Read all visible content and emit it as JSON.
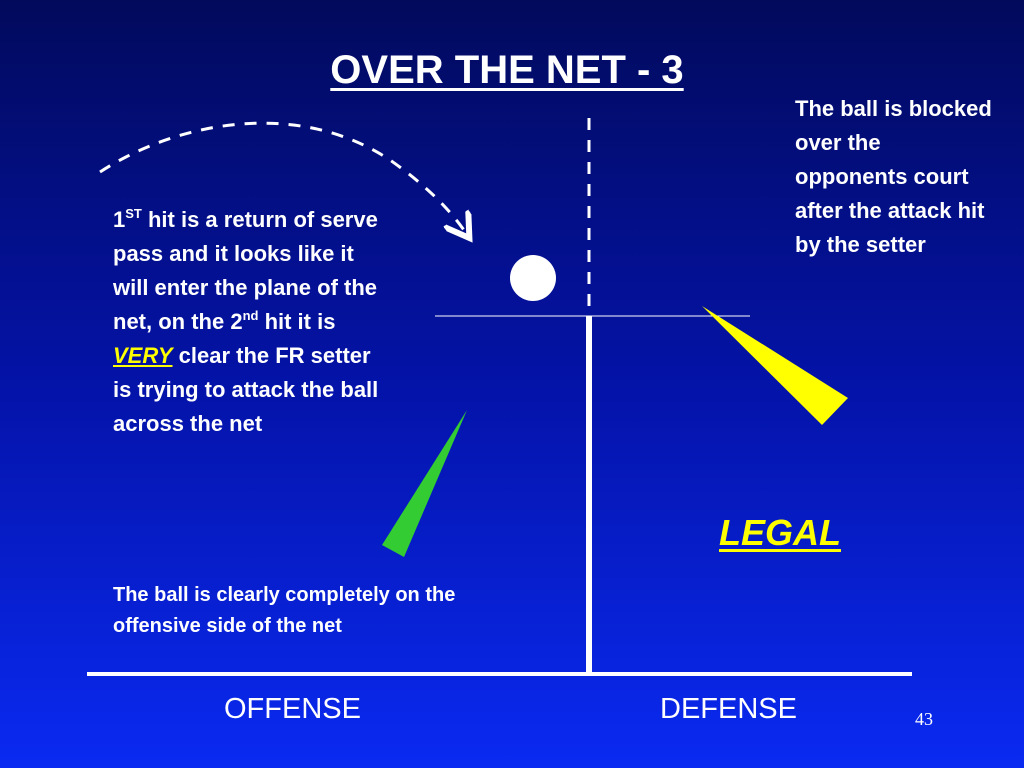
{
  "slide": {
    "title": "OVER THE NET - 3",
    "left_text": {
      "part1": "1",
      "sup1": "ST",
      "part2": " hit is a return of serve pass and it looks like it will enter the plane of the net, on the 2",
      "sup2": "nd",
      "part3": " hit it is ",
      "emphasis": "VERY",
      "part4": " clear the FR setter is trying to attack the ball across the net"
    },
    "right_text": "The ball is blocked over the opponents court after the attack hit by the setter",
    "bottom_text": "The ball is clearly completely on the offensive side of the net",
    "verdict": "LEGAL",
    "offense_label": "OFFENSE",
    "defense_label": "DEFENSE",
    "page_number": "43"
  },
  "colors": {
    "background_top": "#020a5c",
    "background_bottom": "#0a2af2",
    "text": "#ffffff",
    "highlight": "#ffff00",
    "green_player": "#33cc33",
    "yellow_player": "#ffff00",
    "ball": "#ffffff"
  },
  "icons": [
    "ball-icon",
    "ball-trajectory-arrow",
    "green-player-wedge",
    "yellow-player-wedge",
    "net-line"
  ]
}
